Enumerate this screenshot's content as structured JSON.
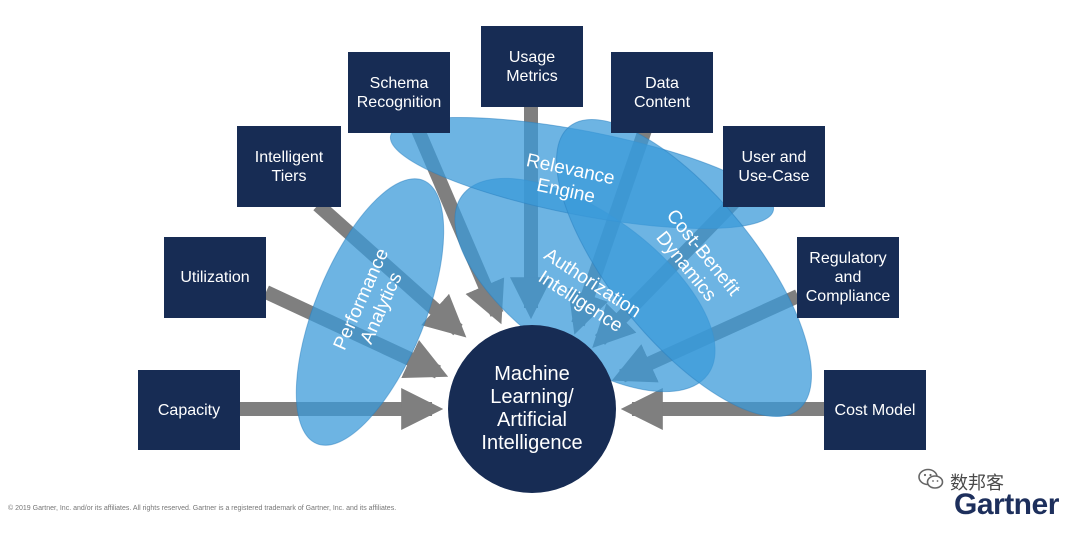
{
  "boxes": {
    "capacity": "Capacity",
    "utilization": "Utilization",
    "intelligent_tiers": "Intelligent\nTiers",
    "schema_recognition": "Schema\nRecognition",
    "usage_metrics": "Usage\nMetrics",
    "data_content": "Data\nContent",
    "user_and_use_case": "User and\nUse-Case",
    "regulatory_and_compliance": "Regulatory\nand\nCompliance",
    "cost_model": "Cost Model"
  },
  "hub": "Machine\nLearning/\nArtificial\nIntelligence",
  "overlays": {
    "performance_analytics": "Performance\nAnalytics",
    "relevance_engine": "Relevance\nEngine",
    "authorization_intelligence": "Authorization\nIntelligence",
    "cost_benefit_dynamics": "Cost-Benefit\nDynamics"
  },
  "footer": "© 2019 Gartner, Inc. and/or its affiliates. All rights reserved. Gartner is a registered trademark of Gartner, Inc. and its affiliates.",
  "watermark": "数邦客",
  "brand": "Gartner",
  "colors": {
    "box": "#172c54",
    "arrow": "#7f7f7f",
    "overlay": "#3a9ad9"
  }
}
